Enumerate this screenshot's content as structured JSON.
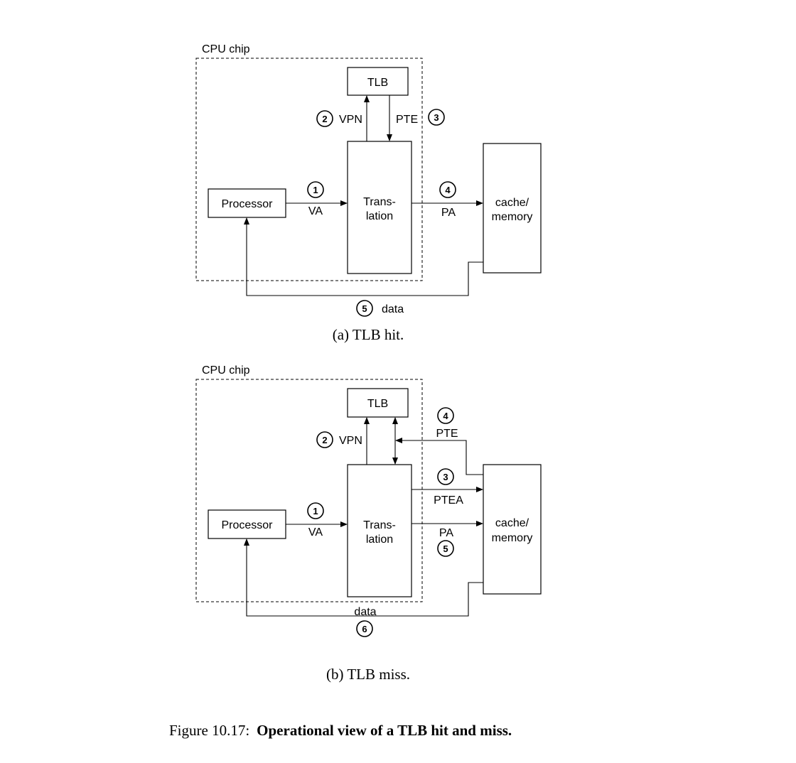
{
  "hit": {
    "chip_label": "CPU chip",
    "tlb": "TLB",
    "processor": "Processor",
    "translation_line1": "Trans-",
    "translation_line2": "lation",
    "cache_line1": "cache/",
    "cache_line2": "memory",
    "step1": "1",
    "va": "VA",
    "step2": "2",
    "vpn": "VPN",
    "step3": "3",
    "pte": "PTE",
    "step4": "4",
    "pa": "PA",
    "step5": "5",
    "data": "data",
    "caption": "(a) TLB hit."
  },
  "miss": {
    "chip_label": "CPU chip",
    "tlb": "TLB",
    "processor": "Processor",
    "translation_line1": "Trans-",
    "translation_line2": "lation",
    "cache_line1": "cache/",
    "cache_line2": "memory",
    "step1": "1",
    "va": "VA",
    "step2": "2",
    "vpn": "VPN",
    "step3": "3",
    "ptea": "PTEA",
    "step4": "4",
    "pte": "PTE",
    "step5": "5",
    "pa": "PA",
    "step6": "6",
    "data": "data",
    "caption": "(b) TLB miss."
  },
  "figure": {
    "prefix": "Figure 10.17:",
    "title": "Operational view of a TLB hit and miss."
  }
}
